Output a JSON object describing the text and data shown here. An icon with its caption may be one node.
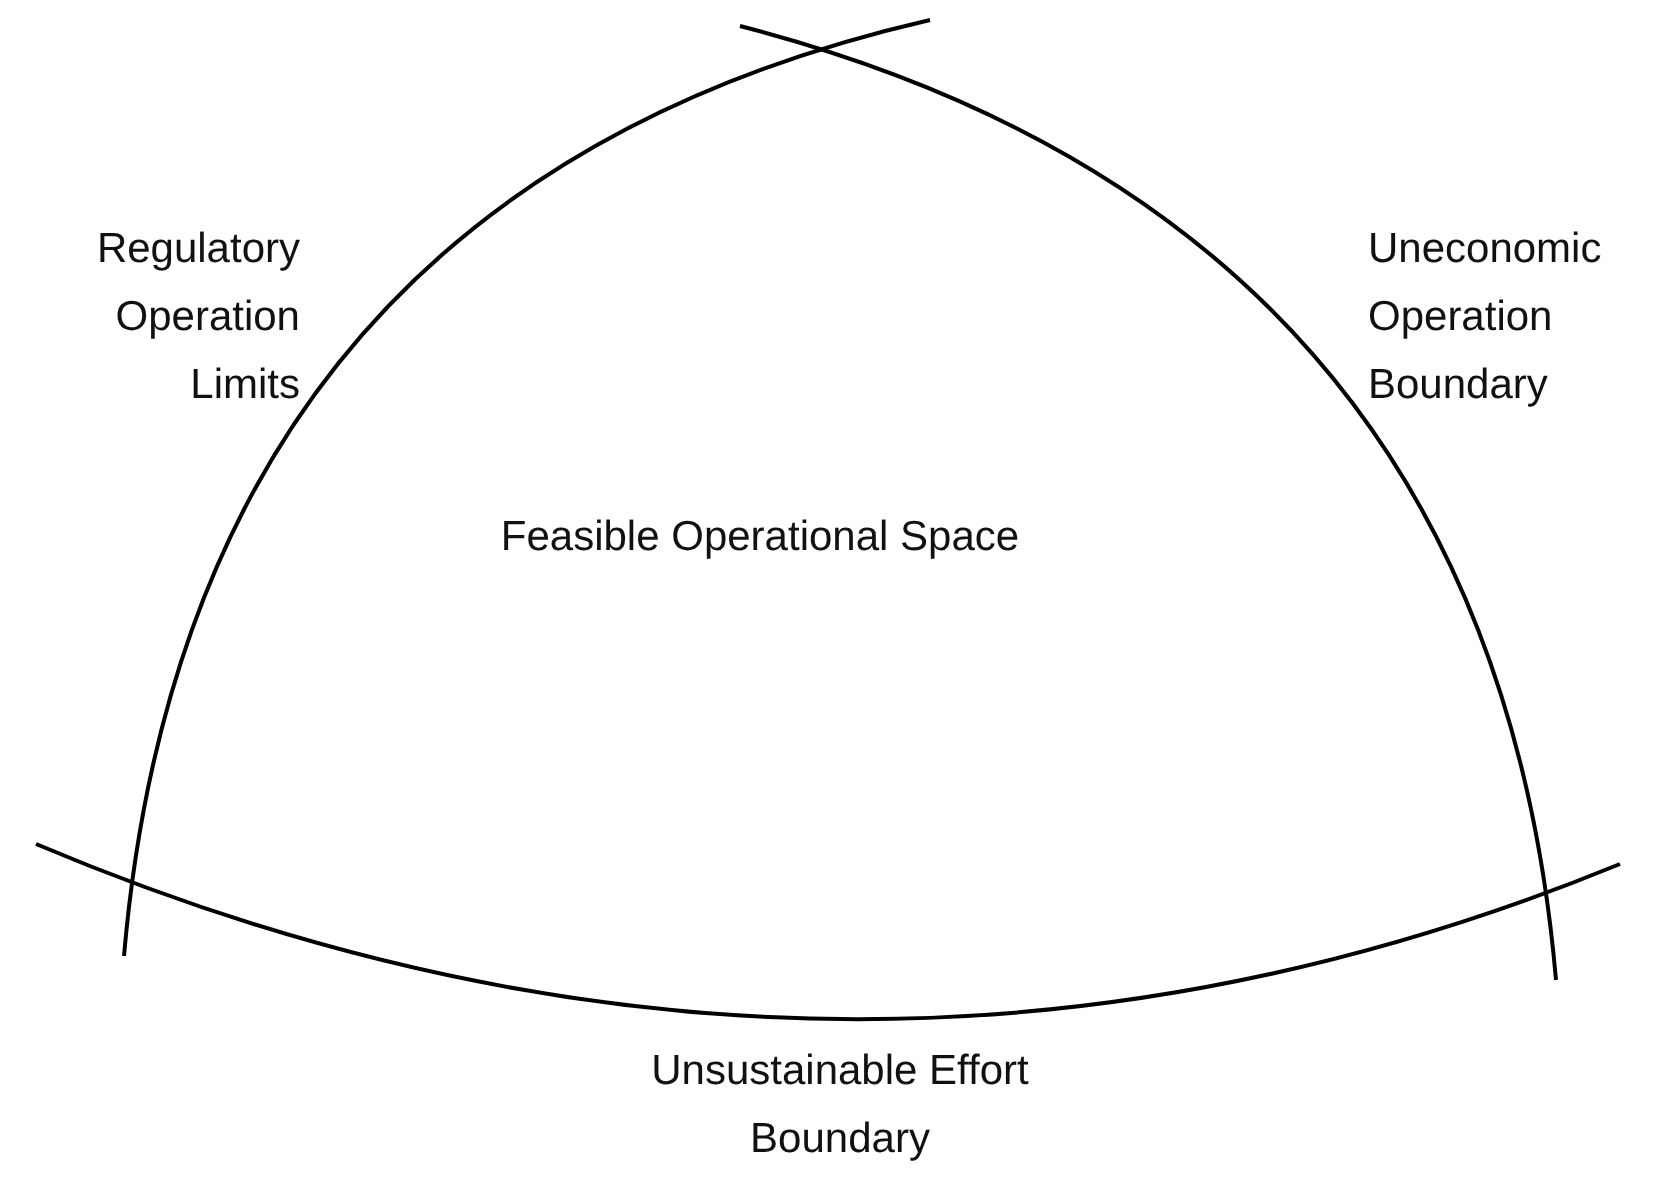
{
  "diagram": {
    "labels": [
      "Regulatory Operation Limits",
      "Uneconomic Operation Boundary",
      "Feasible Operational Space",
      "Unsustainable Effort Boundary"
    ]
  }
}
